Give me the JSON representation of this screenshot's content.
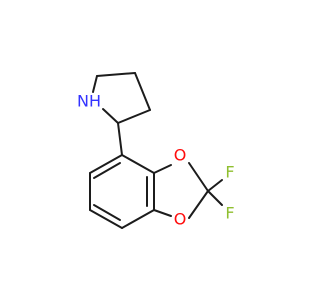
{
  "atoms": {
    "nitrogen": {
      "text": "NH",
      "color": "#3333ff"
    },
    "oxygen_top": {
      "text": "O",
      "color": "#ff0d0d"
    },
    "oxygen_bottom": {
      "text": "O",
      "color": "#ff0d0d"
    },
    "fluorine_top": {
      "text": "F",
      "color": "#8fbf2f"
    },
    "fluorine_bottom": {
      "text": "F",
      "color": "#8fbf2f"
    }
  },
  "colors": {
    "bond": "#1c1c1c",
    "background": "#ffffff"
  }
}
